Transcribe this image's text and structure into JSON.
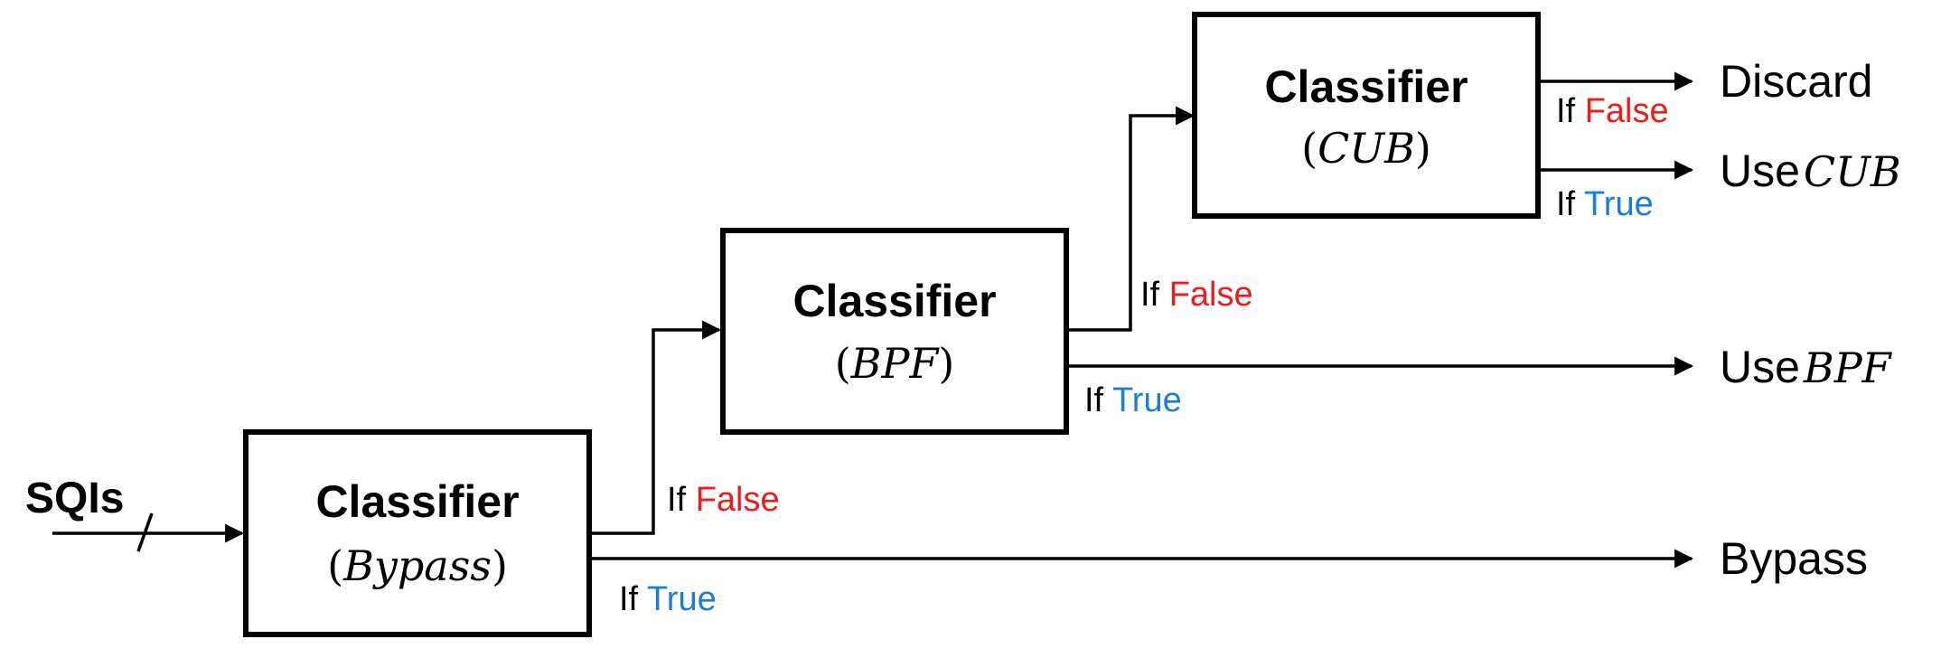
{
  "input": {
    "label": "SQIs"
  },
  "classifiers": {
    "bypass": {
      "title": "Classifier",
      "subject": "Bypass"
    },
    "bpf": {
      "title": "Classifier",
      "subject": "BPF"
    },
    "cub": {
      "title": "Classifier",
      "subject": "CUB"
    }
  },
  "conditions": {
    "if_word": "If",
    "false_word": "False",
    "true_word": "True"
  },
  "outputs": {
    "discard": {
      "text": "Discard"
    },
    "use_cub": {
      "prefix": "Use",
      "math": "CUB"
    },
    "use_bpf": {
      "prefix": "Use",
      "math": "BPF"
    },
    "bypass": {
      "text": "Bypass"
    }
  },
  "colors": {
    "false": "#ee1c1c",
    "true": "#1a7fd4"
  }
}
